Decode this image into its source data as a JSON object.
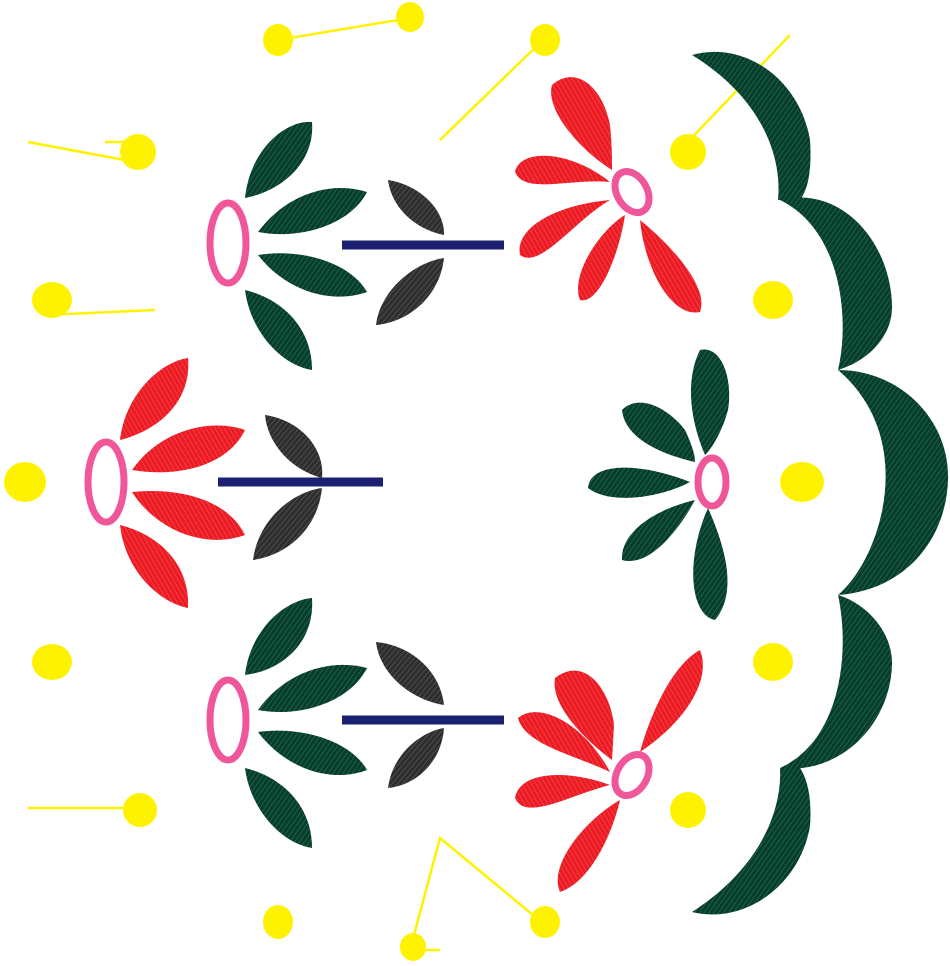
{
  "palette": {
    "background": "#ffffff",
    "dark_green": "#033f2a",
    "red": "#ed1c24",
    "pink": "#f0569a",
    "charcoal": "#2e2e2e",
    "navy": "#1c2070",
    "yellow": "#fff200"
  },
  "design": {
    "kind": "embroidery-pattern",
    "motifs": [
      "scalloped-border",
      "flower-sprigs",
      "yellow-dots",
      "jump-threads"
    ],
    "text": ""
  }
}
